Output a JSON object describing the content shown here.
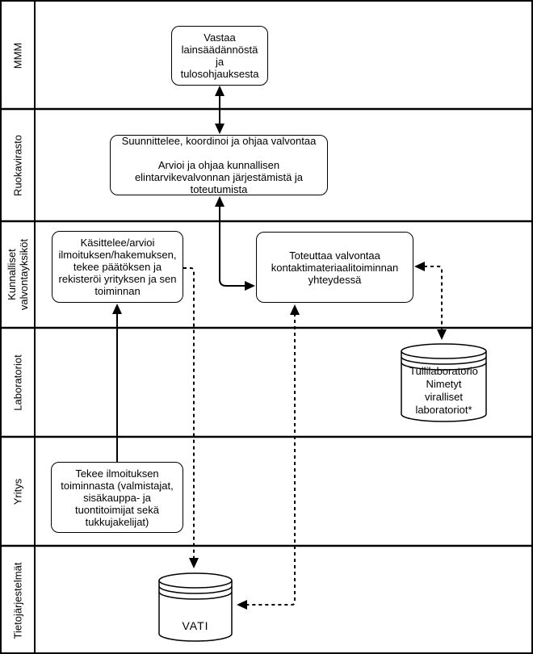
{
  "lanes": [
    {
      "label": "MMM"
    },
    {
      "label": "Ruokavirasto"
    },
    {
      "label": "Kunnalliset valvontayksiköt"
    },
    {
      "label": "Laboratoriot"
    },
    {
      "label": "Yritys"
    },
    {
      "label": "Tietojärjestelmät"
    }
  ],
  "nodes": {
    "mmm": {
      "lines": [
        "Vastaa",
        "lainsäädännöstä",
        "ja",
        "tulosohjauksesta"
      ]
    },
    "ruokavirasto": {
      "lines": [
        "Suunnittelee, koordinoi ja ohjaa valvontaa",
        "",
        "Arvioi ja ohjaa kunnallisen",
        "elintarvikevalvonnan järjestämistä ja",
        "toteutumista"
      ]
    },
    "kasittelee": {
      "lines": [
        "Käsittelee/arvioi",
        "ilmoituksen/hakemuksen,",
        "tekee päätöksen ja",
        "rekisteröi yrityksen ja sen",
        "toiminnan"
      ]
    },
    "toteuttaa": {
      "lines": [
        "Toteuttaa valvontaa",
        "kontaktimateriaalitoiminnan",
        "yhteydessä"
      ]
    },
    "yritys": {
      "lines": [
        "Tekee ilmoituksen",
        "toiminnasta (valmistajat,",
        "sisäkauppa- ja",
        "tuontitoimijat sekä",
        "tukkujakelijat)"
      ]
    },
    "tullilaboratorio": {
      "lines": [
        "Tullilaboratorio",
        "Nimetyt",
        "viralliset",
        "laboratoriot*"
      ]
    },
    "vati": {
      "lines": [
        "VATI"
      ]
    }
  },
  "colors": {
    "line": "#000000",
    "background": "#ffffff"
  }
}
